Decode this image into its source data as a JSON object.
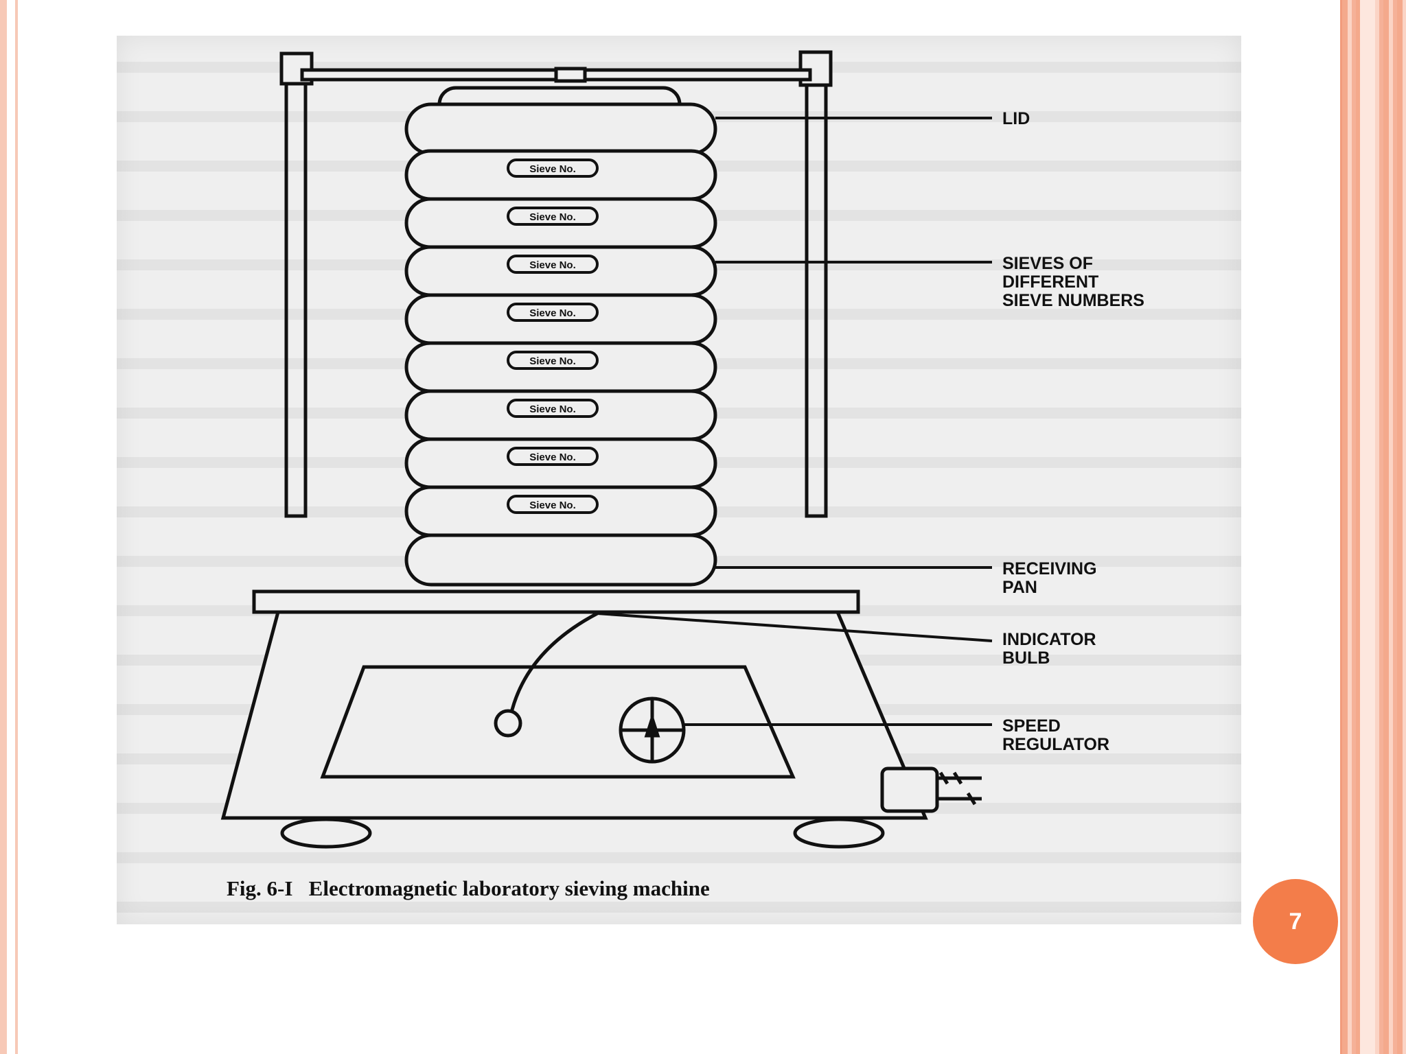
{
  "slide": {
    "page_number": "7"
  },
  "figure": {
    "caption": "Fig. 6-I   Electromagnetic laboratory sieving machine",
    "sieve_tag": "Sieve No.",
    "labels": {
      "lid": "LID",
      "sieves_line1": "SIEVES OF",
      "sieves_line2": "DIFFERENT",
      "sieves_line3": "SIEVE NUMBERS",
      "pan_line1": "RECEIVING",
      "pan_line2": "PAN",
      "bulb_line1": "INDICATOR",
      "bulb_line2": "BULB",
      "speed_line1": "SPEED",
      "speed_line2": "REGULATOR"
    }
  },
  "colors": {
    "accent": "#f37d4a",
    "border": "#f4a98c",
    "ink": "#111111"
  }
}
